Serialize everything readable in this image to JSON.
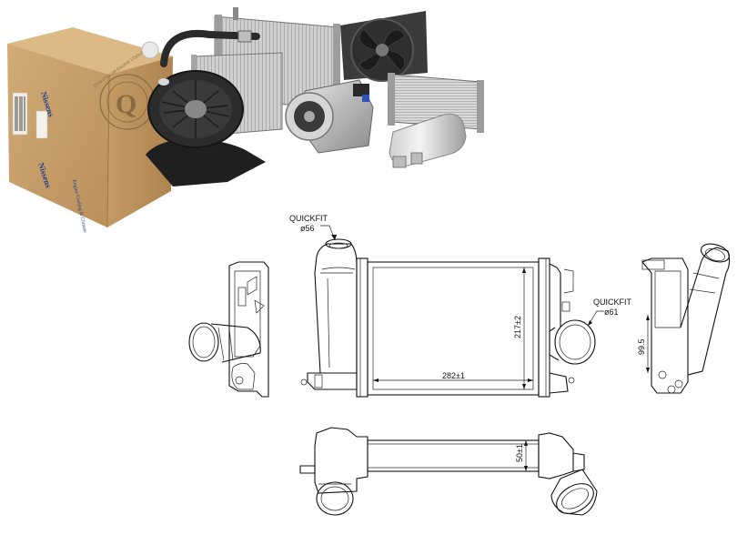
{
  "box": {
    "brand_front": "Nissens",
    "brand_side": "Nissens",
    "slogan": "Engine Cooling & Climate",
    "seal_text": "QUALITY FOR ENGINE COOLING"
  },
  "drawing": {
    "quickfit_top_label": "QUICKFIT",
    "quickfit_top_dia": "ø56",
    "quickfit_right_label": "QUICKFIT",
    "quickfit_right_dia": "ø61",
    "dim_height": "217±2",
    "dim_width": "282±1",
    "dim_side": "99.5",
    "dim_thickness": "50±1"
  },
  "colors": {
    "box_cardboard": "#c9a06b",
    "brand_blue": "#1e3f8f",
    "line": "#111111"
  }
}
